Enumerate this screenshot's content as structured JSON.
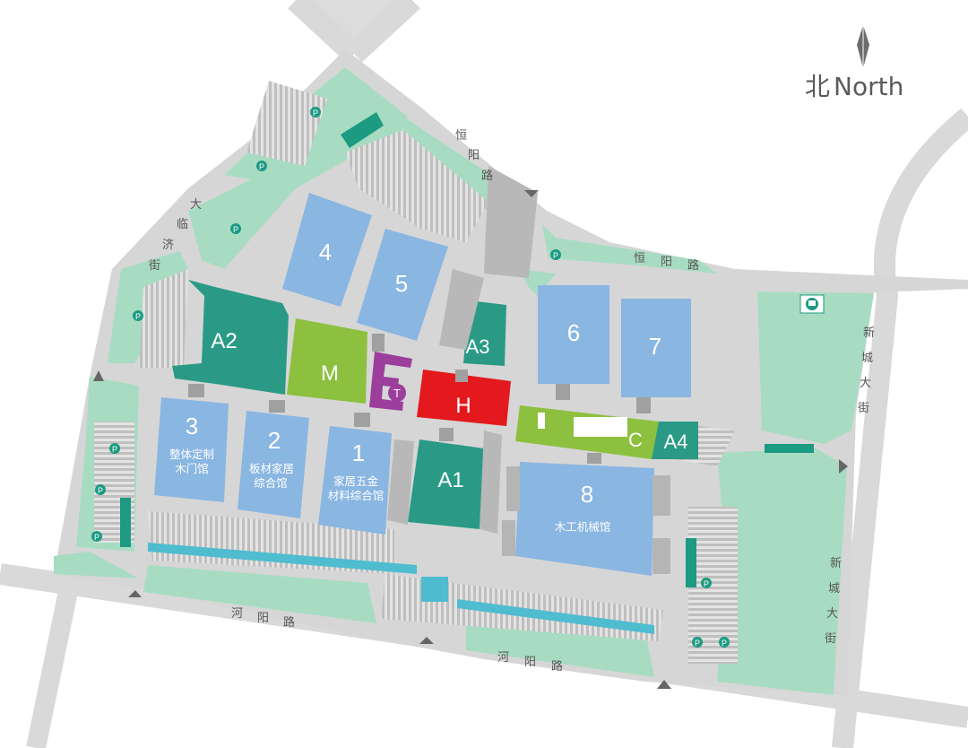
{
  "compass": {
    "cn": "北",
    "en": "North"
  },
  "halls": {
    "h1": {
      "num": "1",
      "name1": "家居五金",
      "name2": "材料综合馆"
    },
    "h2": {
      "num": "2",
      "name1": "板材家居",
      "name2": "综合馆"
    },
    "h3": {
      "num": "3",
      "name1": "整体定制",
      "name2": "木门馆"
    },
    "h4": {
      "num": "4"
    },
    "h5": {
      "num": "5"
    },
    "h6": {
      "num": "6"
    },
    "h7": {
      "num": "7"
    },
    "h8": {
      "num": "8",
      "name1": "木工机械馆"
    },
    "a1": "A1",
    "a2": "A2",
    "a3": "A3",
    "a4": "A4",
    "m": "M",
    "h": "H",
    "c": "C",
    "t": "T"
  },
  "roads": {
    "hengyang_top": [
      "恒",
      "阳",
      "路"
    ],
    "hengyang_right": [
      "恒",
      "阳",
      "路"
    ],
    "jilin": [
      "大",
      "临",
      "济",
      "街"
    ],
    "xincheng_upper": [
      "新",
      "城",
      "大",
      "街"
    ],
    "xincheng_lower": [
      "新",
      "城",
      "大",
      "街"
    ],
    "heyang_left": [
      "河",
      "阳",
      "路"
    ],
    "heyang_bottom": [
      "河",
      "阳",
      "路"
    ]
  },
  "parking_symbol": "P",
  "colors": {
    "blue_hall": "#8ab6e2",
    "teal_hall": "#2a9a86",
    "green_hall": "#8dc03f",
    "red_hall": "#e3191e",
    "purple_hall": "#9b3e9c",
    "park_green": "#a8dcc2",
    "road_gray": "#d6d6d6",
    "parking_teal": "#1c9a82",
    "cyan_strip": "#4fbcd0"
  }
}
